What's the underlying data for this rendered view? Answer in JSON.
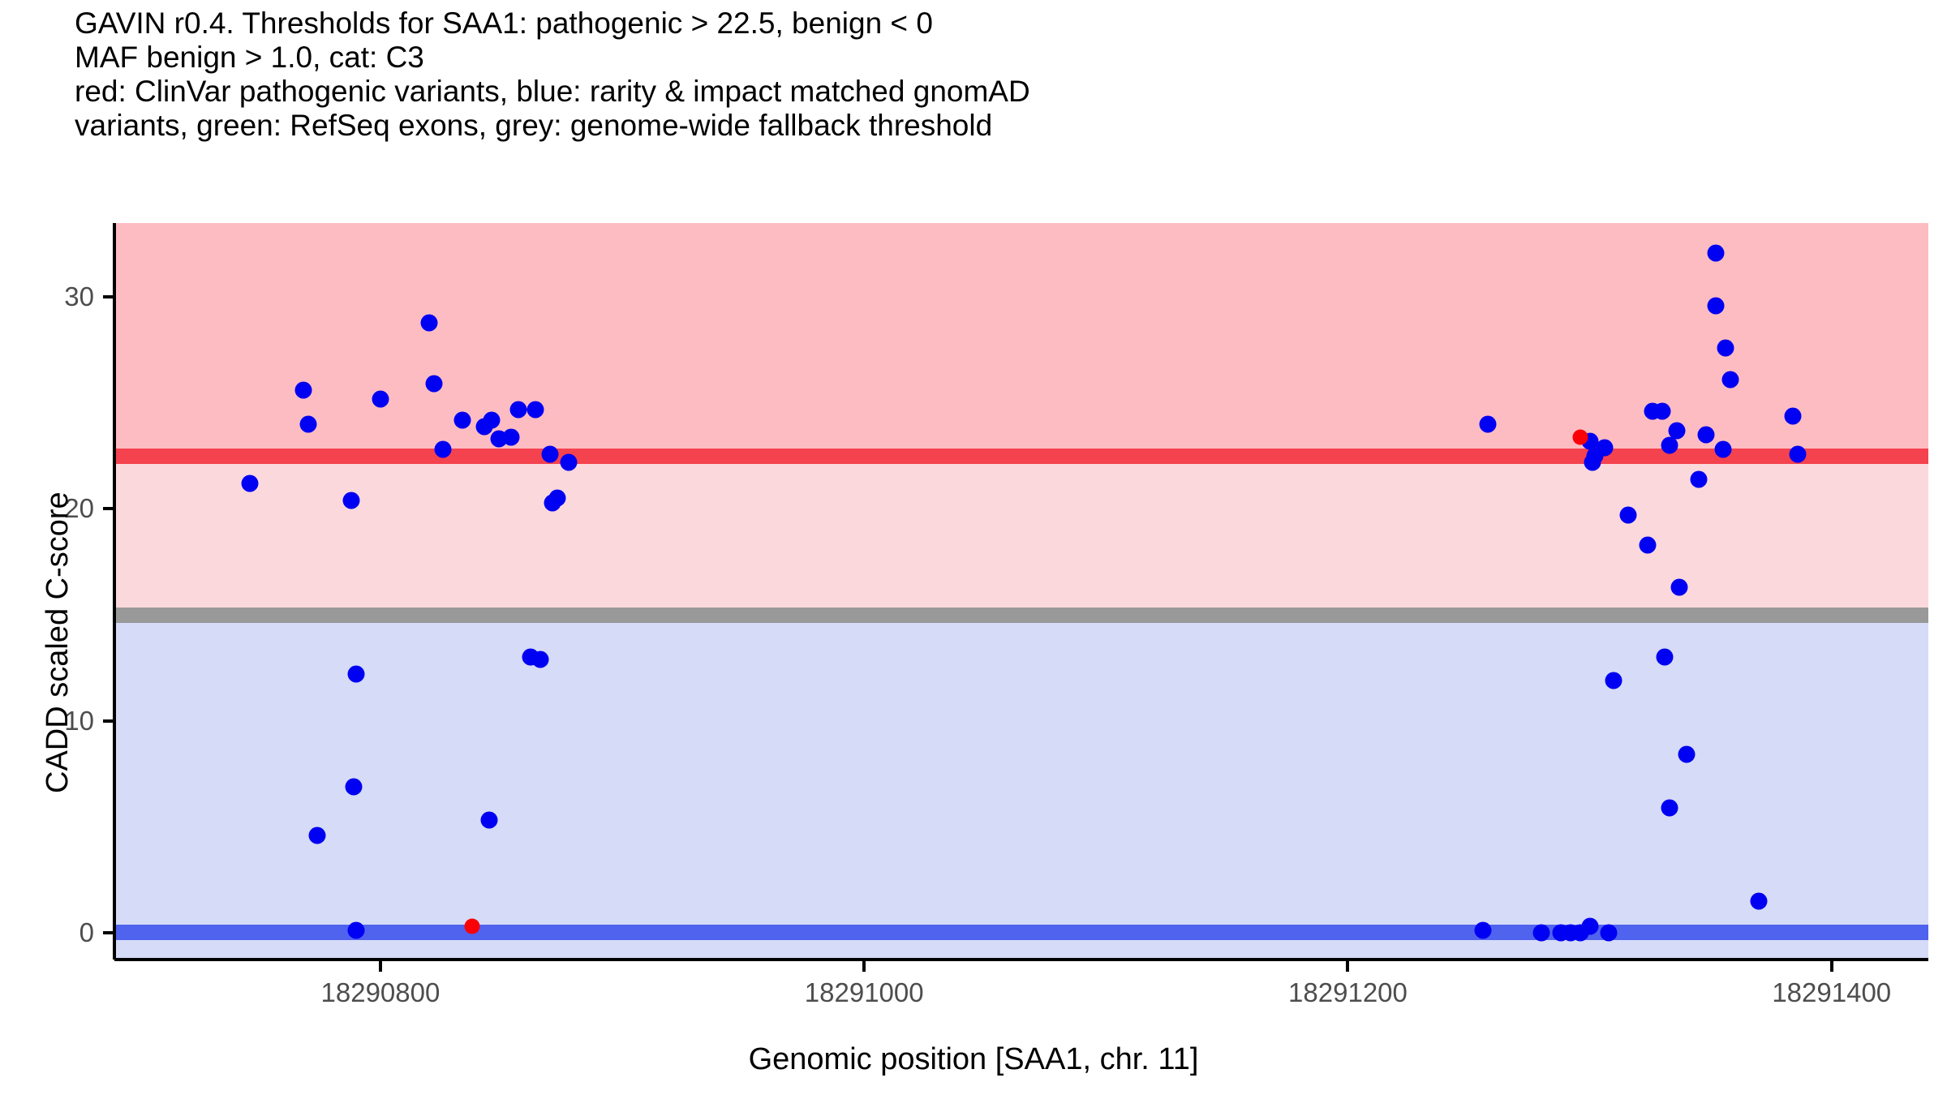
{
  "title": {
    "lines": [
      "GAVIN r0.4. Thresholds for SAA1: pathogenic > 22.5, benign < 0",
      "MAF benign > 1.0, cat: C3",
      "red: ClinVar pathogenic variants, blue: rarity & impact matched gnomAD",
      "variants, green: RefSeq exons, grey: genome-wide fallback threshold"
    ]
  },
  "colors": {
    "pathogenic_line": "#f5424f",
    "benign_line": "#4f63ef",
    "fallback_line": "#999999",
    "band_upper_pink": "#fdbcc2",
    "band_lower_pink": "#fbd8dc",
    "band_blue": "#d6dbf7",
    "point_blue": "#0000f2",
    "point_red": "#fb0007",
    "axis_text": "#4d4d4d"
  },
  "chart_data": {
    "type": "scatter",
    "title": "GAVIN r0.4. Thresholds for SAA1: pathogenic > 22.5, benign < 0",
    "xlabel": "Genomic position [SAA1, chr. 11]",
    "ylabel": "CADD scaled C-score",
    "xlim": [
      18290690,
      18291440
    ],
    "ylim": [
      -1.2,
      33.5
    ],
    "xticks": [
      18290800,
      18291000,
      18291200,
      18291400
    ],
    "yticks": [
      0,
      10,
      20,
      30
    ],
    "grid": false,
    "legend": "none",
    "thresholds": {
      "pathogenic": 22.5,
      "benign": 0,
      "genome_wide_fallback": 15.0,
      "maf_benign": 1.0,
      "category": "C3",
      "gene": "SAA1",
      "chromosome": "11"
    },
    "bands": [
      {
        "name": "pathogenic-upper-band",
        "from": 22.5,
        "to": 33.5,
        "color": "#fdbcc2"
      },
      {
        "name": "ambiguous-band",
        "from": 15.0,
        "to": 22.5,
        "color": "#fbd8dc"
      },
      {
        "name": "benign-band",
        "from": -1.2,
        "to": 15.0,
        "color": "#d6dbf7"
      }
    ],
    "series": [
      {
        "name": "rarity & impact matched gnomAD variants",
        "color": "#0000f2",
        "points": [
          {
            "x": 18290746,
            "y": 21.2
          },
          {
            "x": 18290768,
            "y": 25.6
          },
          {
            "x": 18290770,
            "y": 24.0
          },
          {
            "x": 18290788,
            "y": 20.4
          },
          {
            "x": 18290790,
            "y": 12.2
          },
          {
            "x": 18290789,
            "y": 6.9
          },
          {
            "x": 18290774,
            "y": 4.6
          },
          {
            "x": 18290790,
            "y": 0.1
          },
          {
            "x": 18290800,
            "y": 25.2
          },
          {
            "x": 18290820,
            "y": 28.8
          },
          {
            "x": 18290822,
            "y": 25.9
          },
          {
            "x": 18290826,
            "y": 22.8
          },
          {
            "x": 18290834,
            "y": 24.2
          },
          {
            "x": 18290843,
            "y": 23.9
          },
          {
            "x": 18290846,
            "y": 24.2
          },
          {
            "x": 18290849,
            "y": 23.3
          },
          {
            "x": 18290854,
            "y": 23.4
          },
          {
            "x": 18290857,
            "y": 24.7
          },
          {
            "x": 18290864,
            "y": 24.7
          },
          {
            "x": 18290862,
            "y": 13.0
          },
          {
            "x": 18290866,
            "y": 12.9
          },
          {
            "x": 18290870,
            "y": 22.6
          },
          {
            "x": 18290871,
            "y": 20.3
          },
          {
            "x": 18290873,
            "y": 20.5
          },
          {
            "x": 18290878,
            "y": 22.2
          },
          {
            "x": 18290845,
            "y": 5.3
          },
          {
            "x": 18291258,
            "y": 24.0
          },
          {
            "x": 18291300,
            "y": 23.2
          },
          {
            "x": 18291302,
            "y": 22.5
          },
          {
            "x": 18291301,
            "y": 22.2
          },
          {
            "x": 18291306,
            "y": 22.9
          },
          {
            "x": 18291310,
            "y": 11.9
          },
          {
            "x": 18291316,
            "y": 19.7
          },
          {
            "x": 18291326,
            "y": 24.6
          },
          {
            "x": 18291330,
            "y": 24.6
          },
          {
            "x": 18291324,
            "y": 18.3
          },
          {
            "x": 18291333,
            "y": 23.0
          },
          {
            "x": 18291336,
            "y": 23.7
          },
          {
            "x": 18291331,
            "y": 13.0
          },
          {
            "x": 18291337,
            "y": 16.3
          },
          {
            "x": 18291340,
            "y": 8.4
          },
          {
            "x": 18291333,
            "y": 5.9
          },
          {
            "x": 18291348,
            "y": 23.5
          },
          {
            "x": 18291345,
            "y": 21.4
          },
          {
            "x": 18291352,
            "y": 29.6
          },
          {
            "x": 18291352,
            "y": 32.1
          },
          {
            "x": 18291356,
            "y": 27.6
          },
          {
            "x": 18291358,
            "y": 26.1
          },
          {
            "x": 18291355,
            "y": 22.8
          },
          {
            "x": 18291370,
            "y": 1.5
          },
          {
            "x": 18291384,
            "y": 24.4
          },
          {
            "x": 18291386,
            "y": 22.6
          },
          {
            "x": 18291256,
            "y": 0.1
          },
          {
            "x": 18291280,
            "y": 0.0
          },
          {
            "x": 18291288,
            "y": 0.0
          },
          {
            "x": 18291292,
            "y": 0.0
          },
          {
            "x": 18291296,
            "y": 0.0
          },
          {
            "x": 18291300,
            "y": 0.3
          },
          {
            "x": 18291308,
            "y": 0.0
          }
        ]
      },
      {
        "name": "ClinVar pathogenic variants",
        "color": "#fb0007",
        "points": [
          {
            "x": 18290838,
            "y": 0.3
          },
          {
            "x": 18291296,
            "y": 23.4
          }
        ]
      }
    ]
  }
}
